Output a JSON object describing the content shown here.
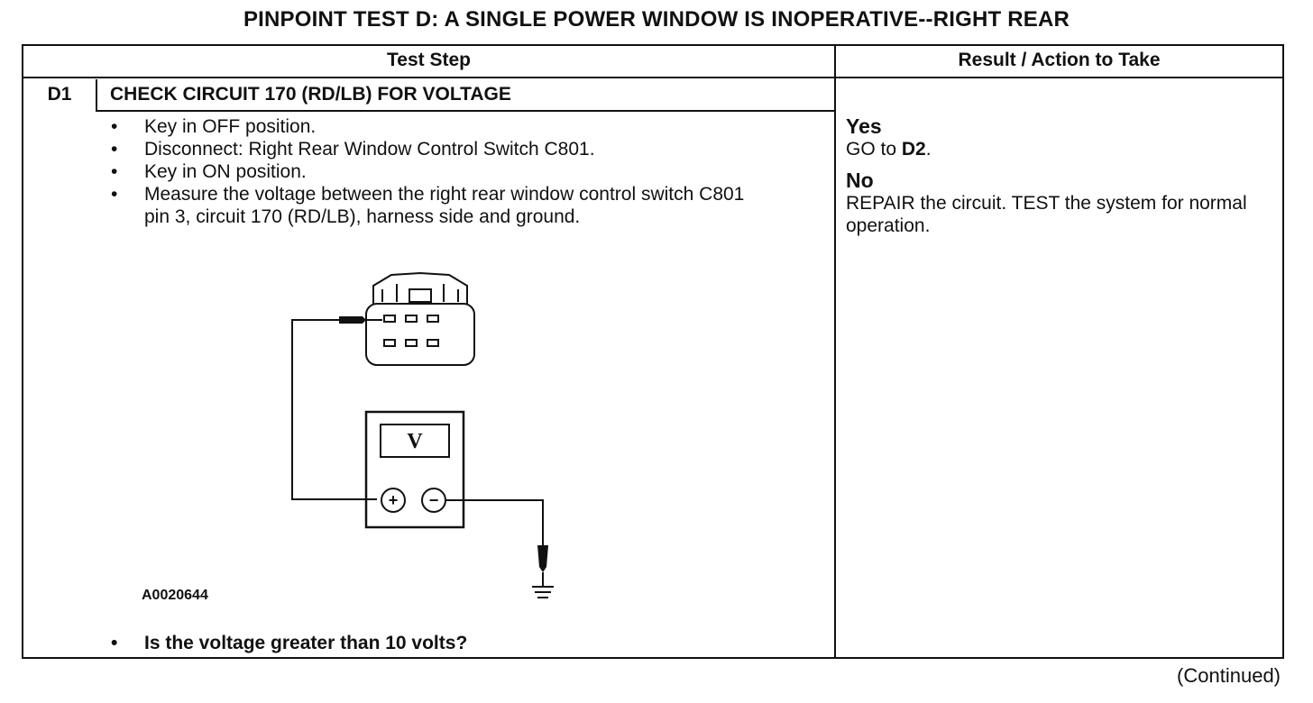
{
  "document": {
    "title": "PINPOINT TEST  D: A SINGLE POWER WINDOW IS INOPERATIVE--RIGHT REAR",
    "continued": "(Continued)"
  },
  "table": {
    "headers": {
      "test_step": "Test Step",
      "result": "Result / Action to Take"
    },
    "step": {
      "id": "D1",
      "title": "CHECK CIRCUIT 170 (RD/LB) FOR VOLTAGE",
      "instructions": [
        "Key in OFF position.",
        "Disconnect: Right Rear Window Control Switch C801.",
        "Key in ON position.",
        "Measure the voltage between the right rear window control switch C801 pin 3, circuit 170 (RD/LB), harness side and ground."
      ],
      "figure_id": "A0020644",
      "meter_symbol": "V",
      "meter_positive": "+",
      "meter_negative": "−",
      "question": "Is the voltage greater than 10 volts?"
    },
    "results": {
      "yes": {
        "label": "Yes",
        "action_prefix": "GO to ",
        "action_target": "D2",
        "action_suffix": "."
      },
      "no": {
        "label": "No",
        "action": "REPAIR the circuit. TEST the system for normal operation."
      }
    }
  }
}
